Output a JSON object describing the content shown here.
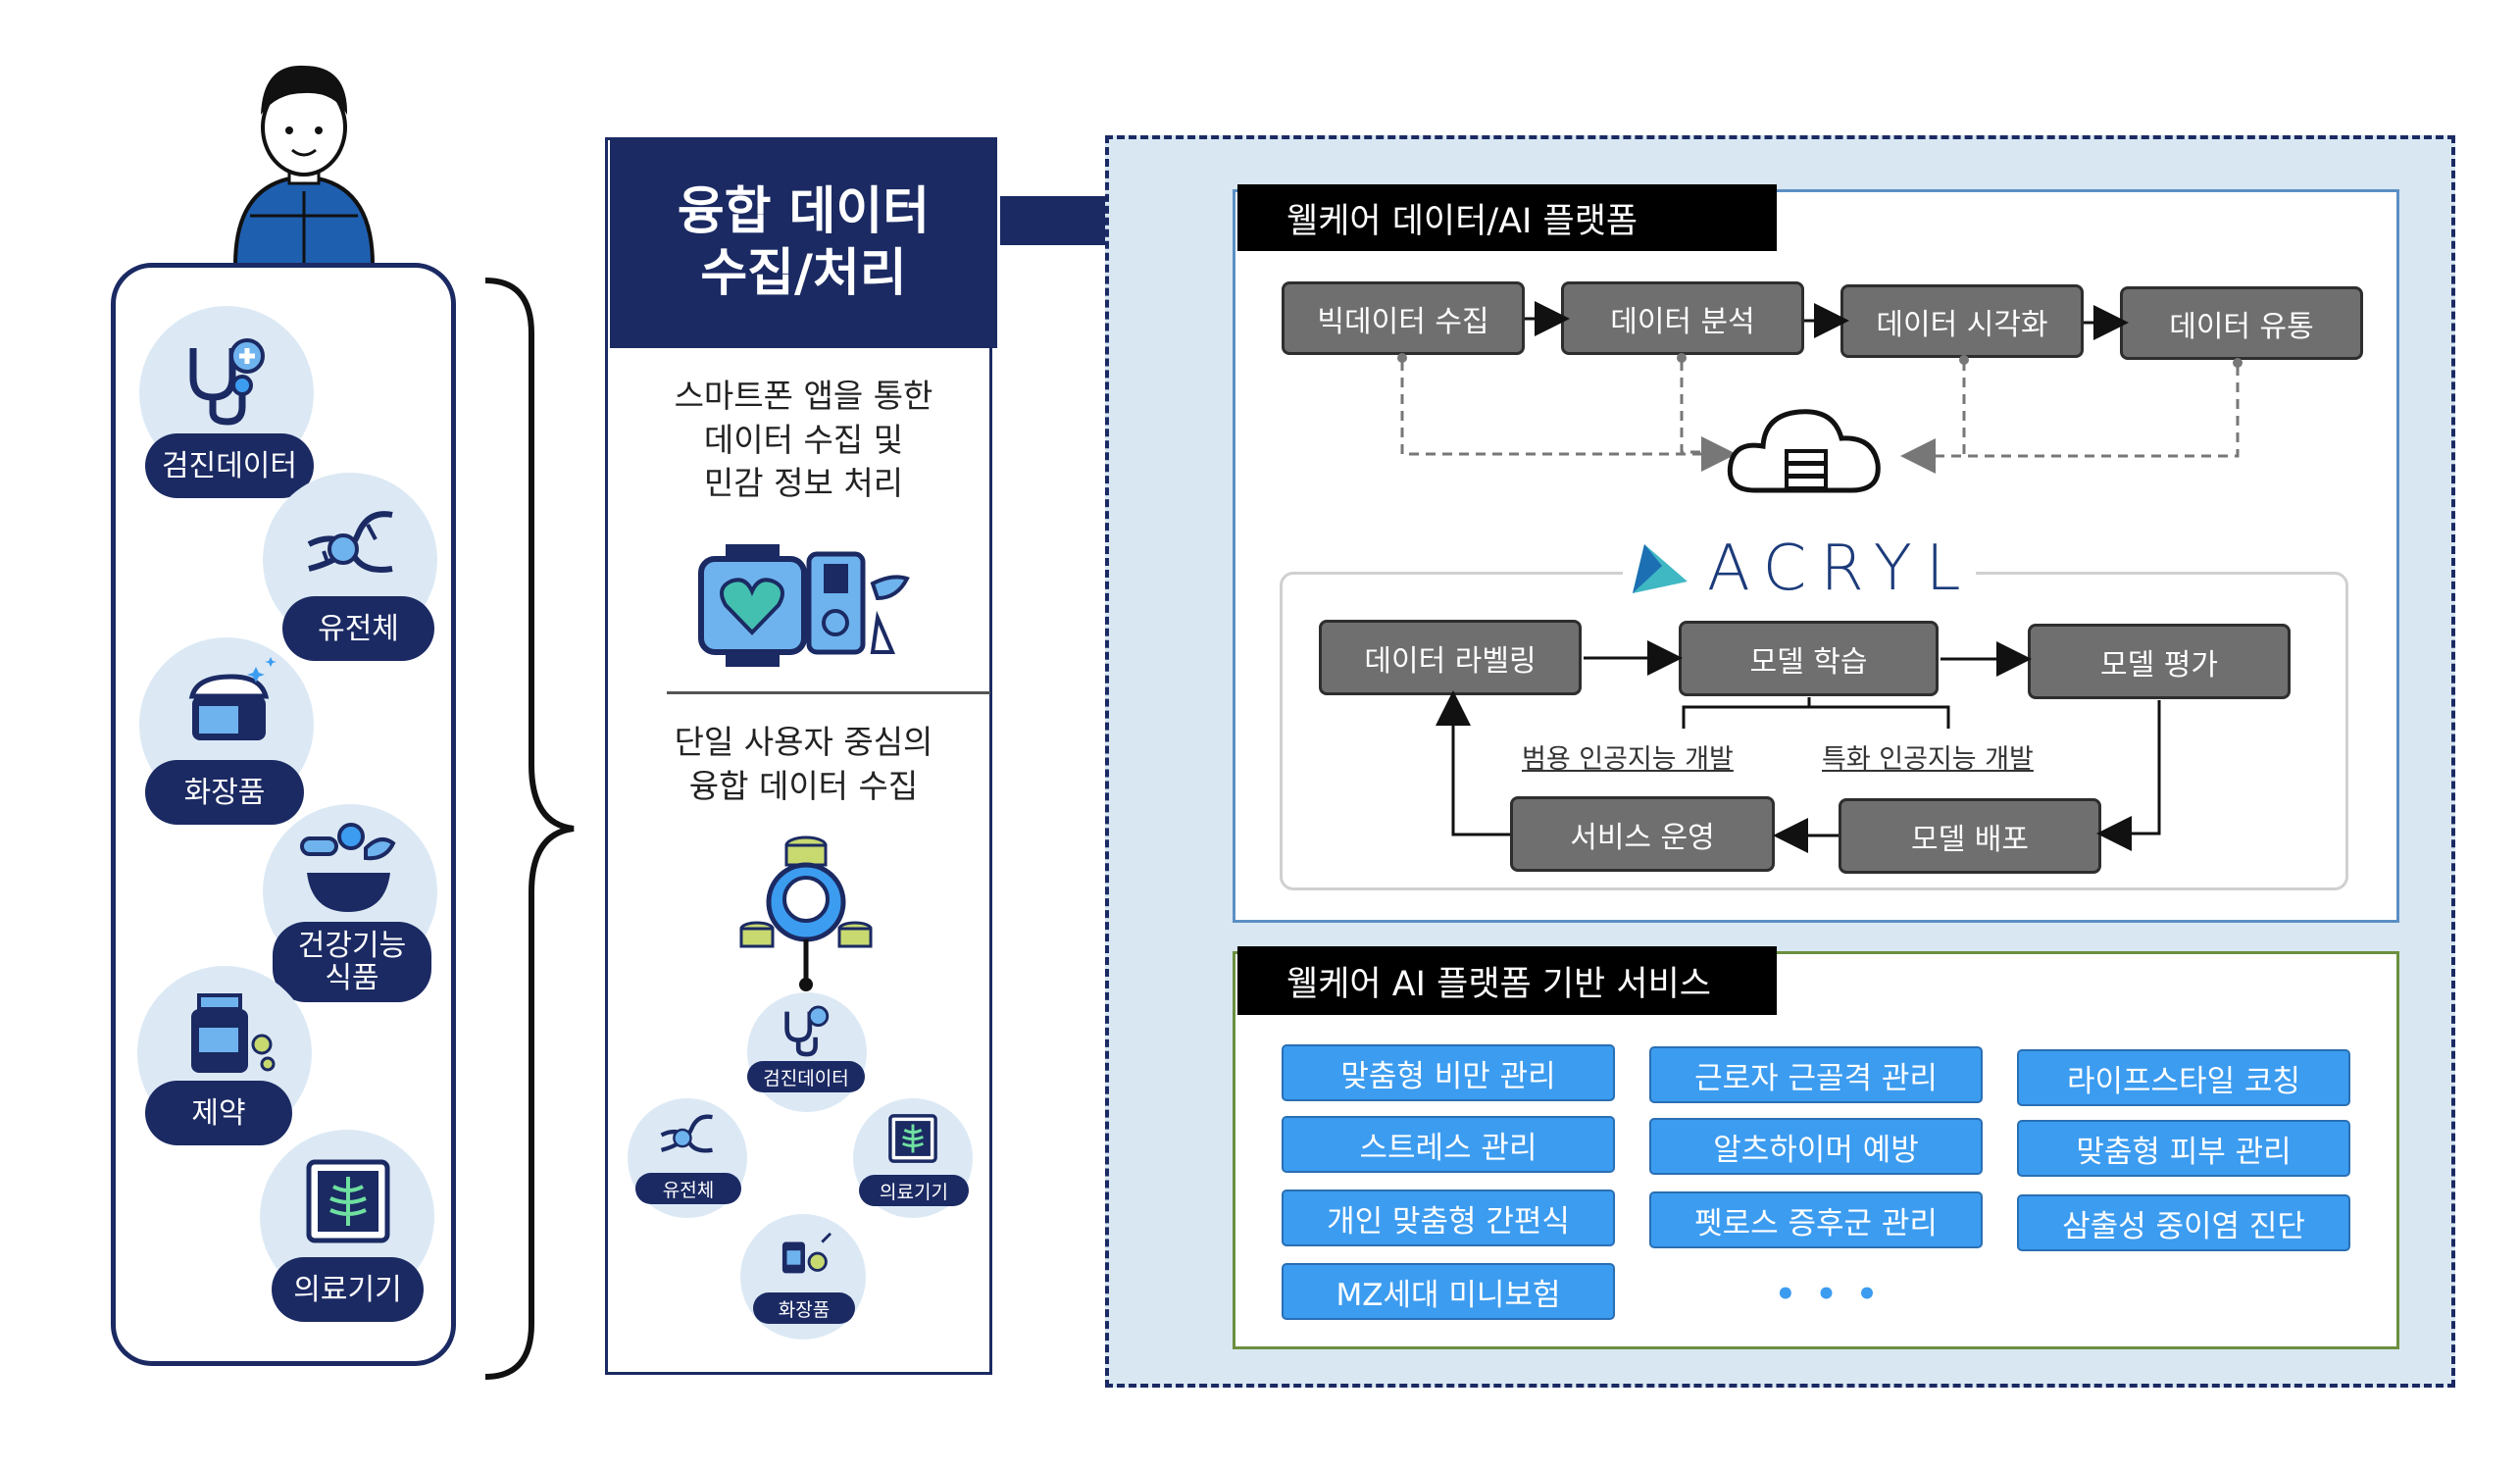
{
  "left": {
    "categories": [
      {
        "label": "검진데이터",
        "icon": "stethoscope-icon"
      },
      {
        "label": "유전체",
        "icon": "dna-icon"
      },
      {
        "label": "화장품",
        "icon": "cosmetics-icon"
      },
      {
        "label": "건강기능\n식품",
        "icon": "supplement-bowl-icon"
      },
      {
        "label": "제약",
        "icon": "medicine-bottle-icon"
      },
      {
        "label": "의료기기",
        "icon": "xray-icon"
      }
    ]
  },
  "middle": {
    "header_line1": "융합 데이터",
    "header_line2": "수집/처리",
    "text1": "스마트폰 앱을 통한\n데이터 수집 및\n민감 정보 처리",
    "text2": "단일 사용자 중심의\n융합 데이터 수집",
    "mini_labels": [
      "검진데이터",
      "유전체",
      "의료기기",
      "화장품"
    ]
  },
  "platform": {
    "title": "웰케어 데이터/AI 플랫폼",
    "pipeline": [
      "빅데이터 수집",
      "데이터 분석",
      "데이터 시각화",
      "데이터 유통"
    ],
    "logo_text": "ACRYL",
    "cycle": {
      "labeling": "데이터 라벨링",
      "training": "모델 학습",
      "evaluation": "모델 평가",
      "deploy": "모델 배포",
      "operation": "서비스 운영",
      "general_ai": "범용 인공지능 개발",
      "special_ai": "특화 인공지능 개발"
    }
  },
  "services": {
    "title": "웰케어 AI 플랫폼 기반 서비스",
    "items": [
      "맞춤형 비만 관리",
      "근로자 근골격 관리",
      "라이프스타일 코칭",
      "스트레스 관리",
      "알츠하이머 예방",
      "맞춤형 피부 관리",
      "개인 맞춤형 간편식",
      "펫로스 증후군 관리",
      "삼출성 중이염 진단",
      "MZ세대 미니보험"
    ],
    "more": "• • •"
  },
  "colors": {
    "navy": "#1b2a63",
    "light_blue": "#dce9f5",
    "service_blue": "#3c9cf0",
    "grey": "#6f6f6f"
  }
}
